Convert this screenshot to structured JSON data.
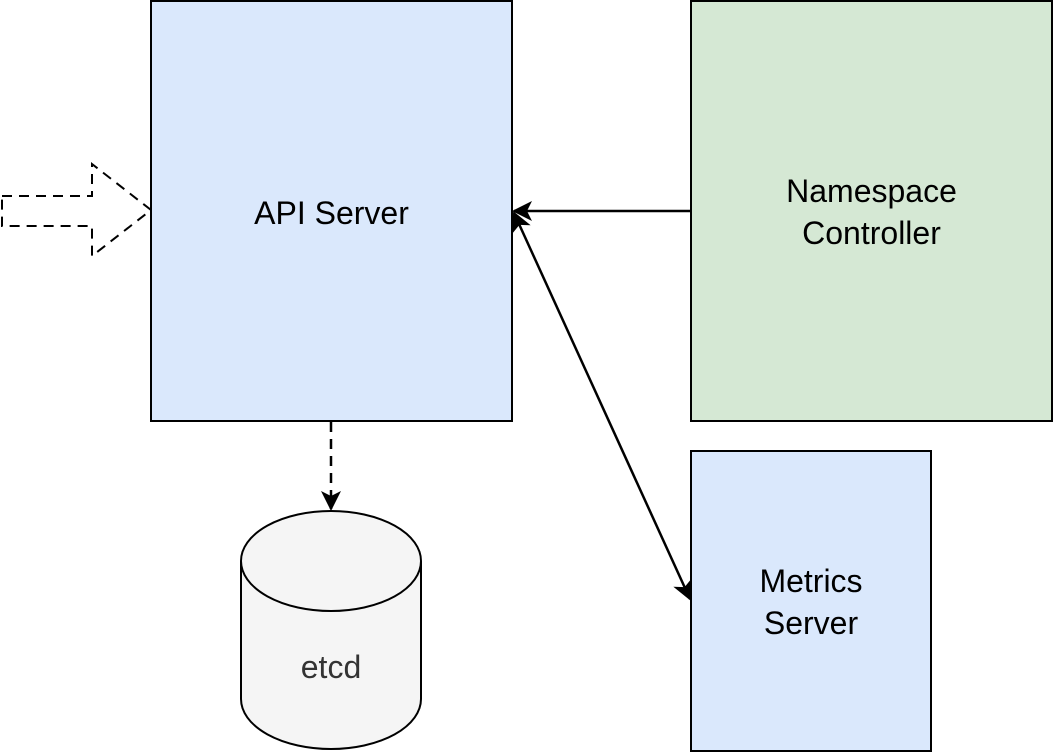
{
  "nodes": {
    "api_server": {
      "label": "API Server",
      "fill": "#dae8fc"
    },
    "namespace_controller": {
      "label": "Namespace\nController",
      "fill": "#d5e8d4"
    },
    "metrics_server": {
      "label": "Metrics\nServer",
      "fill": "#dae8fc"
    },
    "etcd": {
      "label": "etcd",
      "fill": "#f5f5f5",
      "text_color": "#333333"
    }
  },
  "edges": [
    {
      "from": "namespace_controller",
      "to": "api_server",
      "style": "solid"
    },
    {
      "from": "api_server",
      "to": "metrics_server",
      "style": "solid",
      "bidirectional": true
    },
    {
      "from": "api_server",
      "to": "etcd",
      "style": "dashed"
    },
    {
      "from": "external",
      "to": "api_server",
      "style": "dashed",
      "shape": "block-arrow"
    }
  ],
  "colors": {
    "stroke": "#000000"
  }
}
